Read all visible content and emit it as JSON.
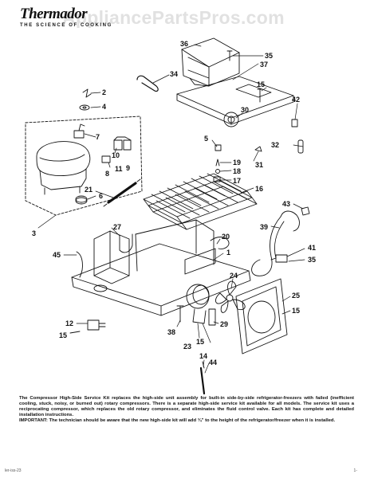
{
  "brand": {
    "name": "Thermador",
    "tagline": "THE SCIENCE OF COOKING"
  },
  "watermark": "AppliancePartsPros.com",
  "callouts": [
    {
      "id": "c36",
      "label": "36"
    },
    {
      "id": "c35a",
      "label": "35"
    },
    {
      "id": "c37",
      "label": "37"
    },
    {
      "id": "c34",
      "label": "34"
    },
    {
      "id": "c2",
      "label": "2"
    },
    {
      "id": "c4",
      "label": "4"
    },
    {
      "id": "c15a",
      "label": "15"
    },
    {
      "id": "c42",
      "label": "42"
    },
    {
      "id": "c30",
      "label": "30"
    },
    {
      "id": "c7",
      "label": "7"
    },
    {
      "id": "c5",
      "label": "5"
    },
    {
      "id": "c32",
      "label": "32"
    },
    {
      "id": "c10",
      "label": "10"
    },
    {
      "id": "c11",
      "label": "11"
    },
    {
      "id": "c9",
      "label": "9"
    },
    {
      "id": "c8",
      "label": "8"
    },
    {
      "id": "c31",
      "label": "31"
    },
    {
      "id": "c19",
      "label": "19"
    },
    {
      "id": "c18",
      "label": "18"
    },
    {
      "id": "c17",
      "label": "17"
    },
    {
      "id": "c21",
      "label": "21"
    },
    {
      "id": "c6",
      "label": "6"
    },
    {
      "id": "c16",
      "label": "16"
    },
    {
      "id": "c43",
      "label": "43"
    },
    {
      "id": "c3",
      "label": "3"
    },
    {
      "id": "c27",
      "label": "27"
    },
    {
      "id": "c39",
      "label": "39"
    },
    {
      "id": "c20",
      "label": "20"
    },
    {
      "id": "c41",
      "label": "41"
    },
    {
      "id": "c35b",
      "label": "35"
    },
    {
      "id": "c45",
      "label": "45"
    },
    {
      "id": "c1",
      "label": "1"
    },
    {
      "id": "c24",
      "label": "24"
    },
    {
      "id": "c25",
      "label": "25"
    },
    {
      "id": "c15b",
      "label": "15"
    },
    {
      "id": "c12",
      "label": "12"
    },
    {
      "id": "c15c",
      "label": "15"
    },
    {
      "id": "c38",
      "label": "38"
    },
    {
      "id": "c15d",
      "label": "15"
    },
    {
      "id": "c23",
      "label": "23"
    },
    {
      "id": "c29",
      "label": "29"
    },
    {
      "id": "c14",
      "label": "14"
    },
    {
      "id": "c44",
      "label": "44"
    }
  ],
  "description": {
    "para1": "The Compressor High-Side Service Kit replaces the high-side unit assembly for built-in side-by-side refrigerator-freezers with failed (inefficient cooling, stuck, noisy, or burned out) rotary compressors. There is a separate high-side service kit available for all models. The service kit uses a reciprocating compressor, which replaces the old rotary compressor, and eliminates the fluid control valve. Each kit has complete and detailed installation instructions.",
    "para2": "IMPORTANT: The technician should be aware that the new high-side kit will add ¾\" to the height of the refrigerator/freezer when it is installed."
  },
  "footer": {
    "left": "ler-iss-23",
    "right": "1-"
  }
}
